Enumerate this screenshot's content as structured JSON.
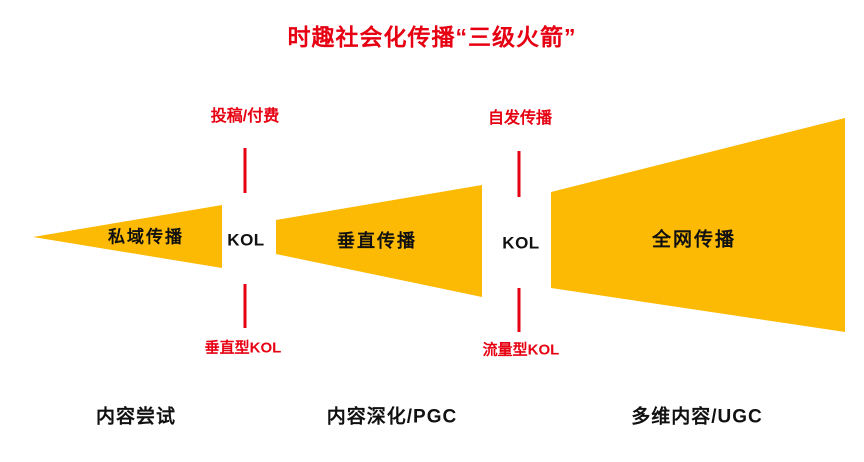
{
  "title": "时趣社会化传播“三级火箭”",
  "colors": {
    "accent_red": "#e60012",
    "shape_yellow": "#fcba05",
    "text_dark": "#111111"
  },
  "stages": [
    {
      "shape_label": "私域传播",
      "bottom_label": "内容尝试"
    },
    {
      "shape_label": "垂直传播",
      "bottom_label": "内容深化/PGC"
    },
    {
      "shape_label": "全网传播",
      "bottom_label": "多维内容/UGC"
    }
  ],
  "connectors": [
    {
      "kol_label": "KOL",
      "top_label": "投稿/付费",
      "bottom_label": "垂直型KOL"
    },
    {
      "kol_label": "KOL",
      "top_label": "自发传播",
      "bottom_label": "流量型KOL"
    }
  ]
}
